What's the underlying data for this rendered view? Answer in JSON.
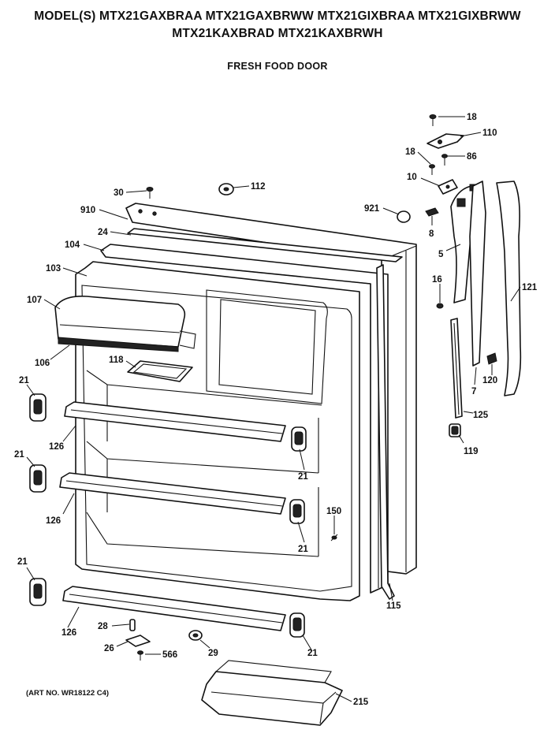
{
  "header": {
    "models_line1": "MODEL(S) MTX21GAXBRAA MTX21GAXBRWW MTX21GIXBRAA MTX21GIXBRWW",
    "models_line2": "MTX21KAXBRAD MTX21KAXBRWH",
    "section_title": "FRESH FOOD DOOR"
  },
  "footer": {
    "art_number": "(ART NO. WR18122 C4)"
  },
  "callouts": {
    "c18a": "18",
    "c110": "110",
    "c18b": "18",
    "c86": "86",
    "c10": "10",
    "c30": "30",
    "c112": "112",
    "c910": "910",
    "c921": "921",
    "c8": "8",
    "c24": "24",
    "c104": "104",
    "c5": "5",
    "c103": "103",
    "c16": "16",
    "c121": "121",
    "c107": "107",
    "c106": "106",
    "c118": "118",
    "c7": "7",
    "c120": "120",
    "c21a": "21",
    "c125": "125",
    "c126a": "126",
    "c119": "119",
    "c21b": "21",
    "c21c": "21",
    "c126b": "126",
    "c150": "150",
    "c21d": "21",
    "c21e": "21",
    "c115": "115",
    "c126c": "126",
    "c28": "28",
    "c26": "26",
    "c566": "566",
    "c29": "29",
    "c21f": "21",
    "c215": "215"
  }
}
